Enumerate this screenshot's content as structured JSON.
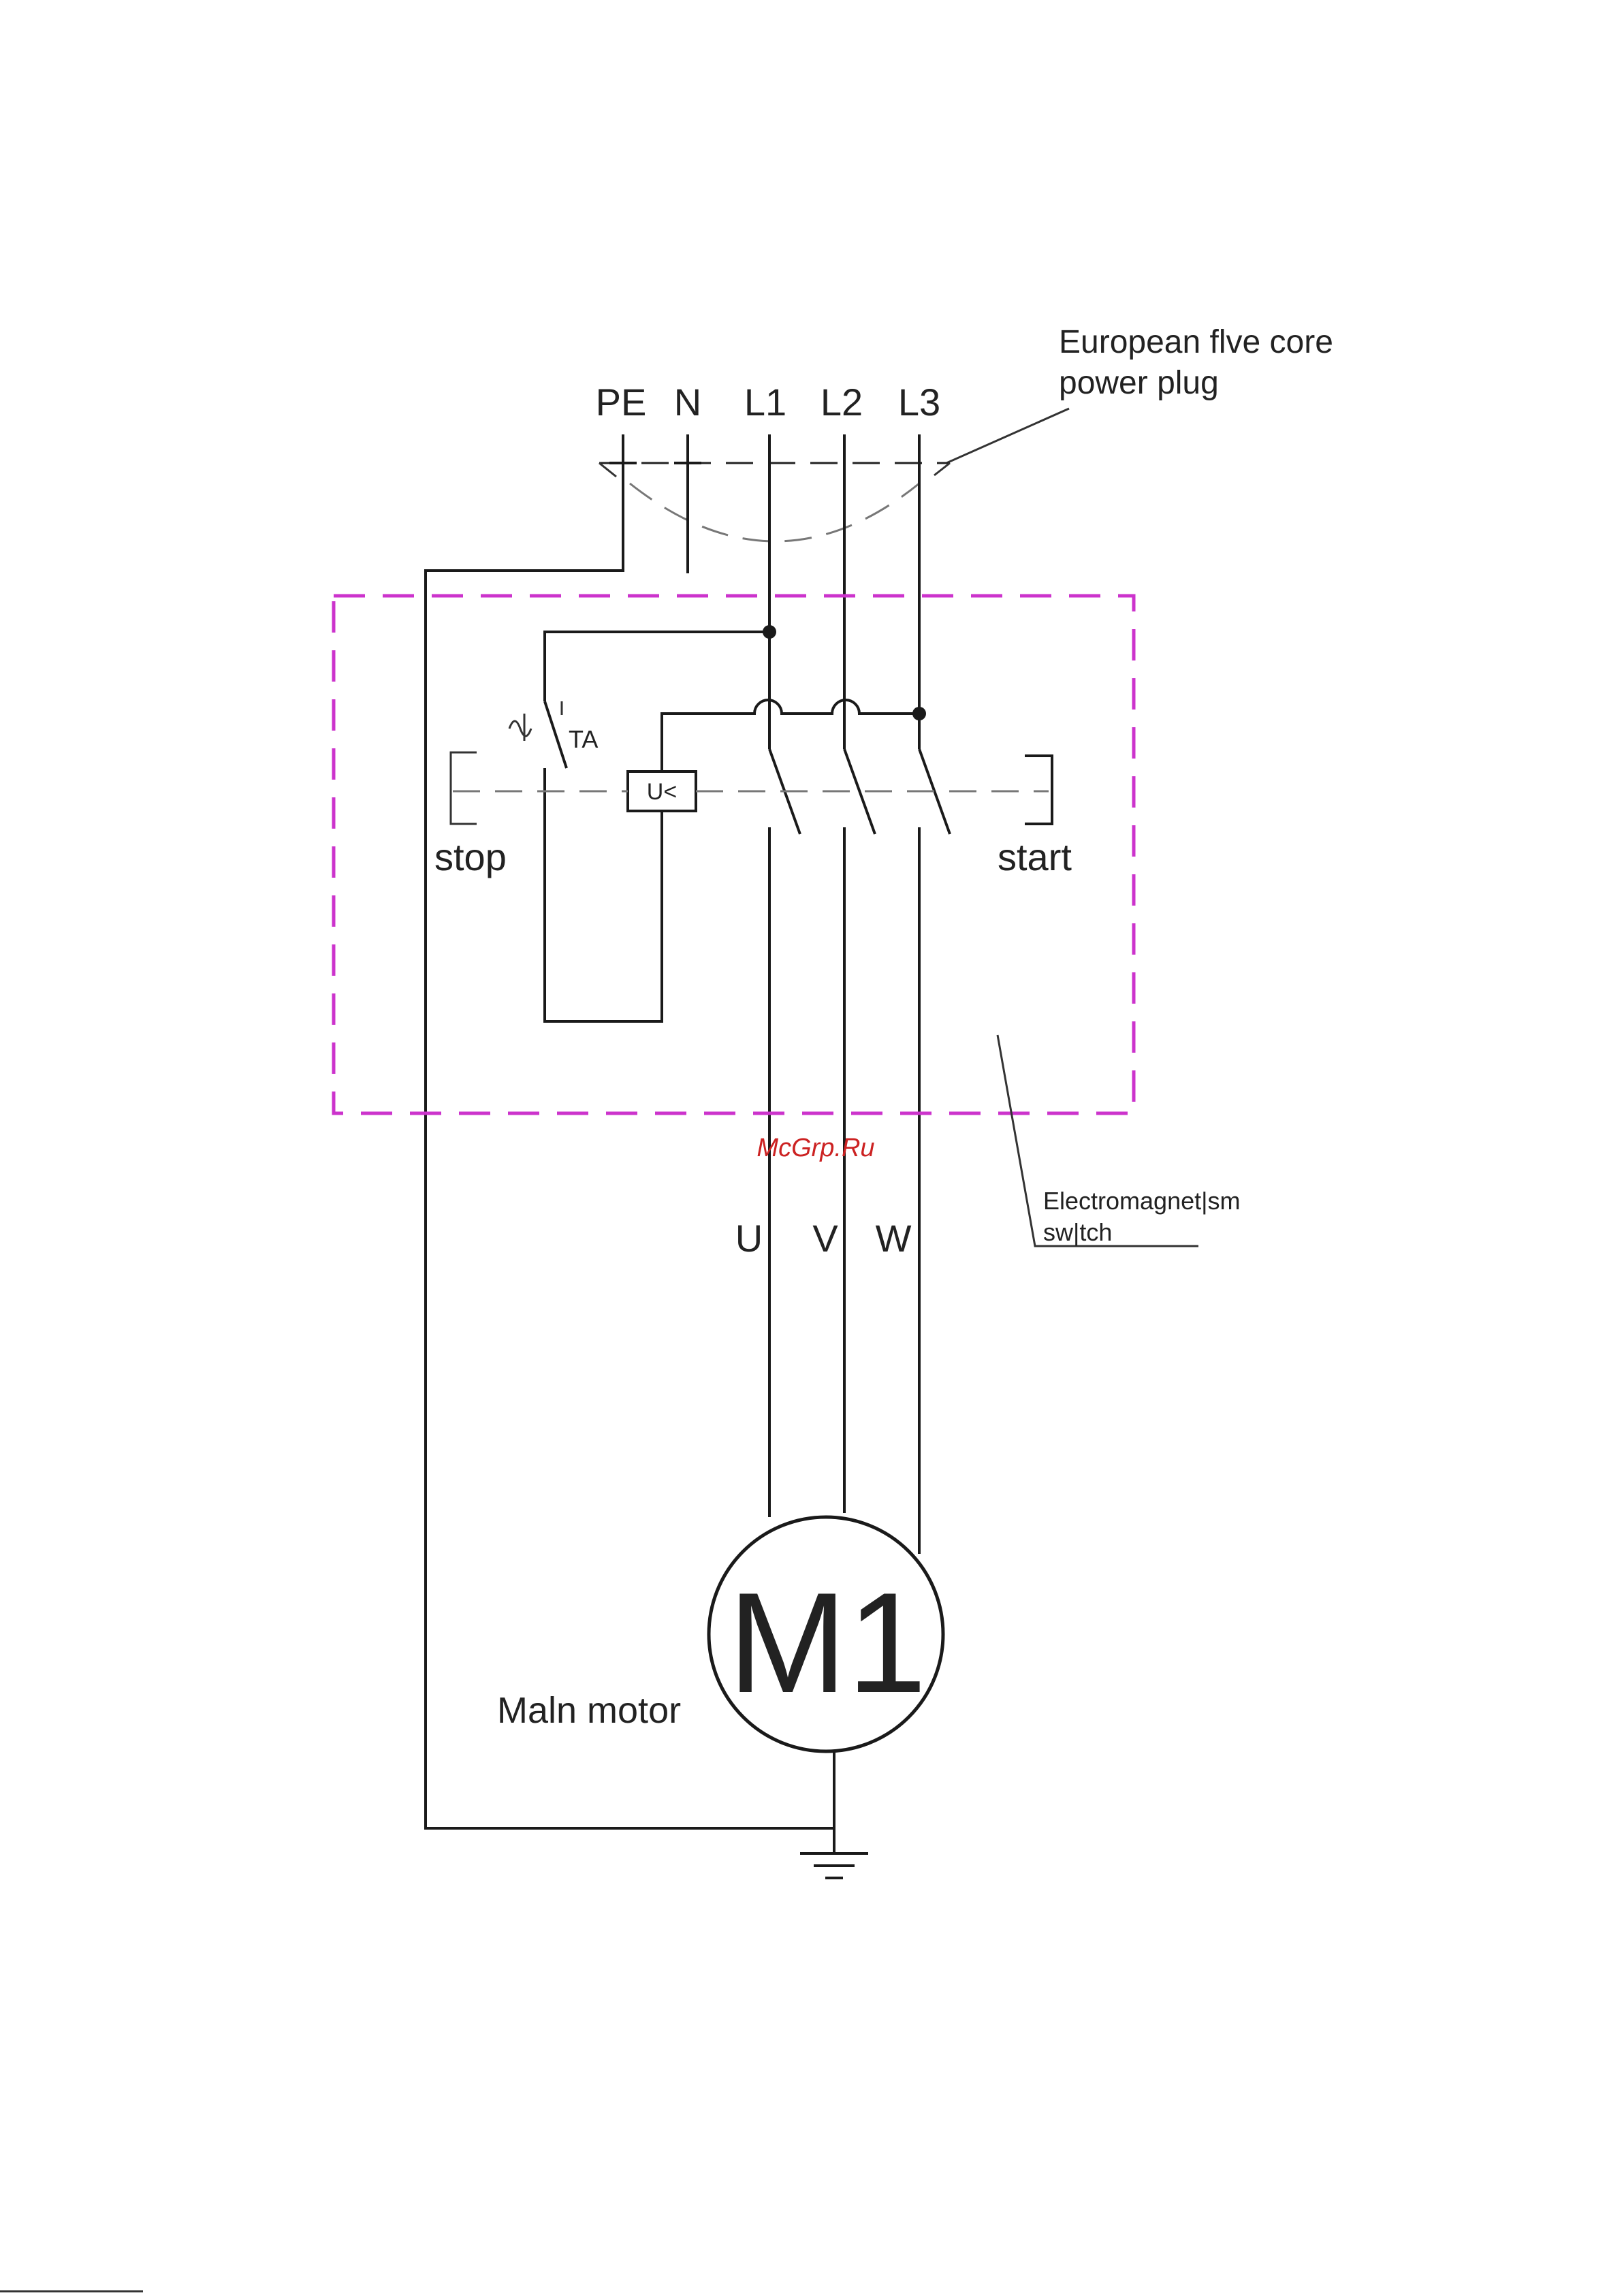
{
  "plug": {
    "terminals": [
      "PE",
      "N",
      "L1",
      "L2",
      "L3"
    ],
    "callout_line1": "European flve core",
    "callout_line2": "power plug"
  },
  "switch_box": {
    "thermal_label": "TA",
    "undervoltage_label": "U<",
    "stop_label": "stop",
    "start_label": "start",
    "callout_line1": "Electromagnet|sm",
    "callout_line2": "sw|tch"
  },
  "outputs": [
    "U",
    "V",
    "W"
  ],
  "motor": {
    "symbol": "M1",
    "label": "Maln motor"
  },
  "watermark": "McGrp.Ru",
  "colors": {
    "wire": "#1a1a1a",
    "enclosure": "#cc33cc",
    "watermark": "#cc2222"
  }
}
